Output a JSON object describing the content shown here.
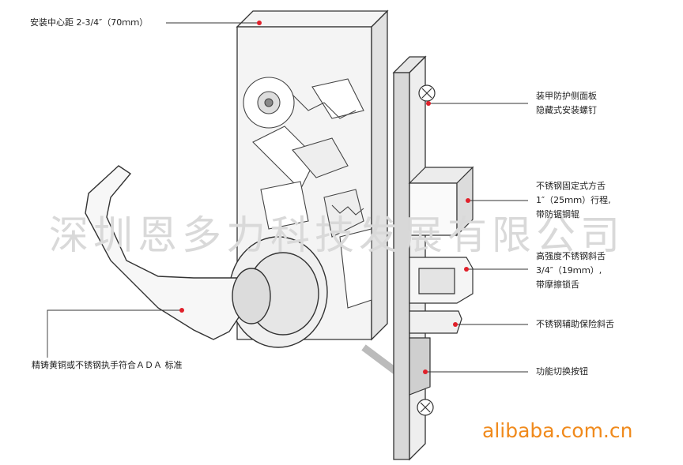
{
  "callouts": {
    "center_distance": "安装中心距 2-3/4″（70ｍｍ）",
    "faceplate_line1": "装甲防护侧面板",
    "faceplate_line2": "隐藏式安装螺钉",
    "deadbolt_line1": "不锈钢固定式方舌",
    "deadbolt_line2": "1″（25ｍｍ）行程,",
    "deadbolt_line3": "带防锯钢辊",
    "latch_line1": "高强度不锈钢斜舌",
    "latch_line2": "3/4″（19ｍｍ）,",
    "latch_line3": "带摩擦锁舌",
    "aux_latch": "不锈钢辅助保险斜舌",
    "function_button": "功能切换按钮",
    "lever_line1": "精铸黄铜或不锈钢执手符合ＡＤＡ 标准"
  },
  "watermark": "深圳恩多力科技发展有限公司",
  "brand": "alibaba.com.cn",
  "colors": {
    "callout_dot": "#e0202a",
    "brand": "#f08a1c",
    "watermark": "#d9d9d9"
  }
}
